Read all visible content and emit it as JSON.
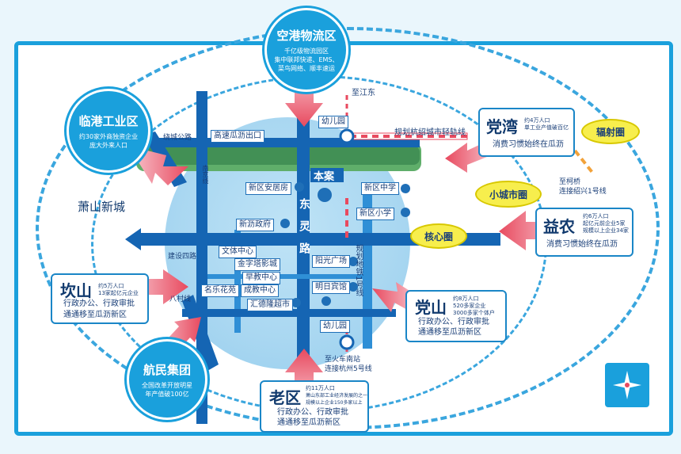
{
  "map": {
    "districts": {
      "kgwl": {
        "title": "空港物流区",
        "desc": [
          "千亿级物流园区",
          "集中联邦快递、EMS、",
          "菜鸟网络、顺丰速运"
        ]
      },
      "lggy": {
        "title": "临港工业区",
        "desc": [
          "约30家外商独资企业",
          "庞大外来人口"
        ]
      },
      "hmjt": {
        "title": "航民集团",
        "desc": [
          "全国改革开放明星",
          "年产值破100亿"
        ]
      }
    },
    "cards": {
      "dangwan": {
        "title": "党湾",
        "sub": [
          "约4万人口",
          "单工业产值破百亿"
        ],
        "desc": [
          "消费习惯始终在瓜沥"
        ]
      },
      "yinong": {
        "title": "益农",
        "sub": [
          "约6万人口",
          "起亿元前企业5家",
          "规模以上企业34家"
        ],
        "desc": [
          "消费习惯始终在瓜沥"
        ]
      },
      "kanshan": {
        "title": "坎山",
        "sub": [
          "约5万人口",
          "13家起亿元企业"
        ],
        "desc": [
          "行政办公、行政审批",
          "通通移至瓜沥新区"
        ]
      },
      "dangshan": {
        "title": "党山",
        "sub": [
          "约8万人口",
          "520多家企业",
          "3000多家个体户"
        ],
        "desc": [
          "行政办公、行政审批",
          "通通移至瓜沥新区"
        ]
      },
      "laoqu": {
        "title": "老区",
        "sub": [
          "约11万人口",
          "萧山东部工业经济发展的之一",
          "规模以上企业150多家以上"
        ],
        "desc": [
          "行政办公、行政审批",
          "通通移至瓜沥新区"
        ]
      }
    },
    "rings": {
      "fushe": "辐射圈",
      "xiaocheng": "小城市圈",
      "hexin": "核心圈"
    },
    "region_name": "萧山新城",
    "roads": {
      "donglinglu": "东灵路",
      "gaosu": "高速瓜沥出口",
      "xiaocheng": "绕城公路",
      "nanjing": "南京线",
      "jianshe": "建设四路",
      "bacun": "八村线",
      "zhijiangdong": "至江东",
      "guihuaqingui": "规划杭绍城市轻轨线",
      "guihuaditie": "规划地铁1号线",
      "zhikeqiao": [
        "至柯桥",
        "连接绍兴1号线"
      ],
      "zhihuoche": [
        "至火车南站",
        "连接杭州5号线"
      ]
    },
    "places": {
      "benan": "本案",
      "kindergarten_top": "幼儿园",
      "kindergarten_bottom": "幼儿园",
      "xinqu_anju": "新区安居房",
      "xinqu_zhongxue": "新区中学",
      "xinqu_xiaoxue": "新区小学",
      "xinlizheng": "新沥政府",
      "wenti": "文体中心",
      "jinzita": "金字塔影城",
      "zaojiao": "早教中心",
      "chengjiao": "成教中心",
      "mingle": "名乐花苑",
      "huide": "汇德隆超市",
      "yangguang": "阳光广场",
      "mingri": "明日宾馆"
    },
    "colors": {
      "primary": "#1aa0dc",
      "road": "#1565b3",
      "accent_red": "#e84a5f",
      "tag_yellow": "#f7ee4d"
    }
  }
}
